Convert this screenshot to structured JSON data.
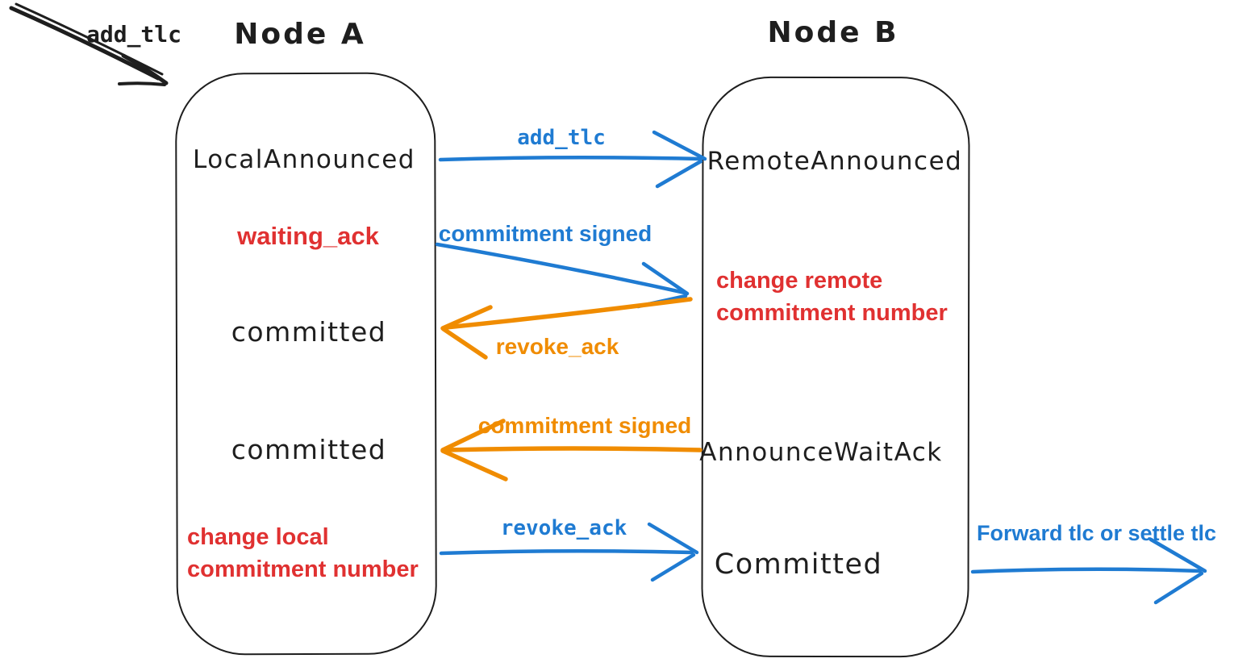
{
  "diagram": {
    "entry": {
      "label": "add_tlc"
    },
    "node_a": {
      "title": "Node A",
      "states": {
        "local_announced": "LocalAnnounced",
        "waiting_ack": "waiting_ack",
        "committed_1": "committed",
        "committed_2": "committed",
        "change_local_line1": "change local",
        "change_local_line2": "commitment number"
      }
    },
    "node_b": {
      "title": "Node B",
      "states": {
        "remote_announced": "RemoteAnnounced",
        "change_remote_line1": "change remote",
        "change_remote_line2": "commitment number",
        "announce_wait_ack": "AnnounceWaitAck",
        "committed": "Committed"
      }
    },
    "messages": {
      "add_tlc": "add_tlc",
      "commitment_signed_ab": "commitment signed",
      "revoke_ack_ba": "revoke_ack",
      "commitment_signed_ba": "commitment signed",
      "revoke_ack_ab": "revoke_ack",
      "forward": "Forward tlc or settle tlc"
    },
    "colors": {
      "blue": "#1f7bd2",
      "orange": "#f08c00",
      "red": "#e03131",
      "ink": "#1e1e1e"
    }
  }
}
